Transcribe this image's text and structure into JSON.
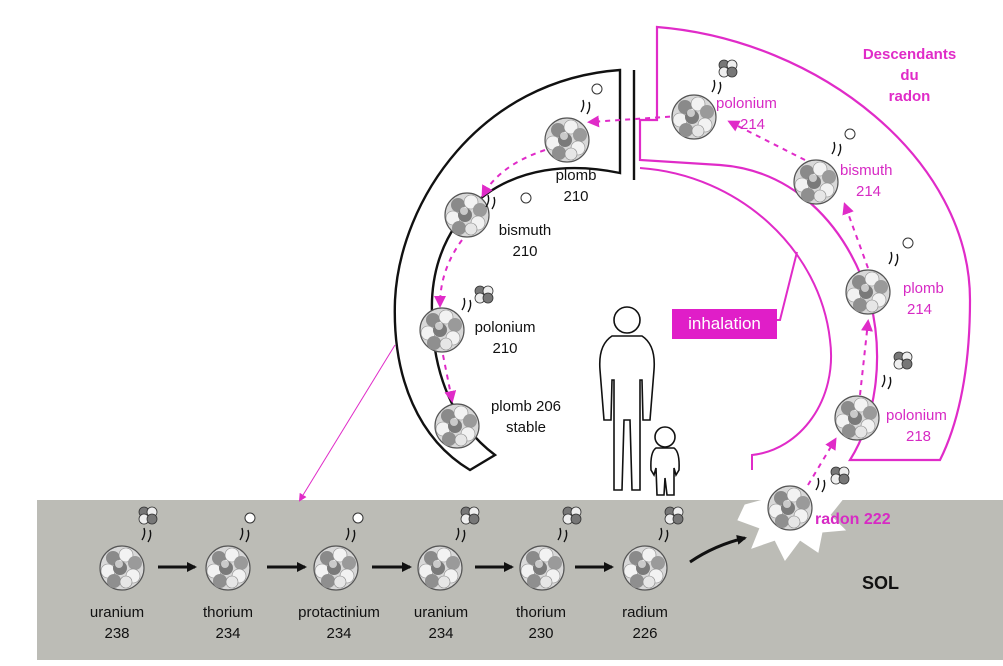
{
  "title": [
    "Descendants",
    "du",
    "radon"
  ],
  "inhalation": "inhalation",
  "ground_label": "SOL",
  "colors": {
    "pink": "#e02bc8",
    "ground": "#bcbcb6",
    "black": "#111111"
  },
  "ground_chain": [
    {
      "name": "uranium",
      "number": "238"
    },
    {
      "name": "thorium",
      "number": "234"
    },
    {
      "name": "protactinium",
      "number": "234"
    },
    {
      "name": "uranium",
      "number": "234"
    },
    {
      "name": "thorium",
      "number": "230"
    },
    {
      "name": "radium",
      "number": "226"
    }
  ],
  "radon": {
    "name": "radon 222"
  },
  "radon_descendants": [
    {
      "name": "polonium",
      "number": "218"
    },
    {
      "name": "plomb",
      "number": "214"
    },
    {
      "name": "bismuth",
      "number": "214"
    },
    {
      "name": "polonium",
      "number": "214"
    }
  ],
  "long_lived_descendants": [
    {
      "name": "plomb",
      "number": "210"
    },
    {
      "name": "bismuth",
      "number": "210"
    },
    {
      "name": "polonium",
      "number": "210"
    },
    {
      "name": "plomb 206",
      "number": "stable"
    }
  ]
}
